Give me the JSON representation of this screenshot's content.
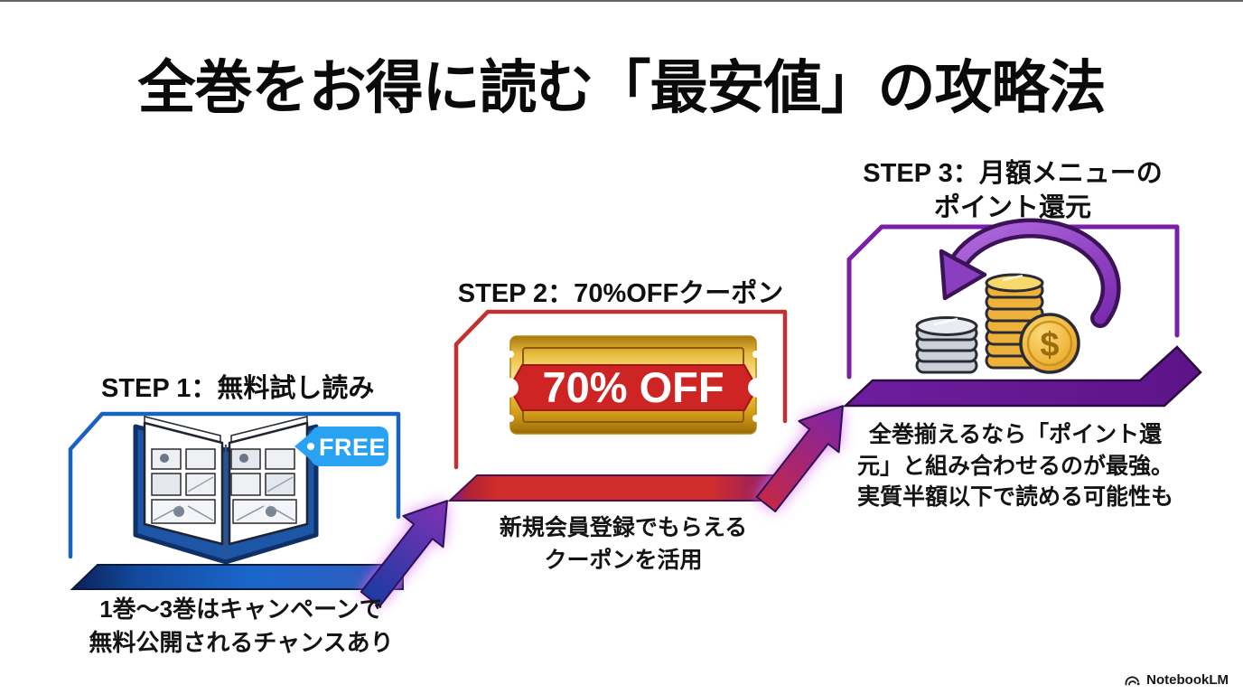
{
  "page": {
    "title": "全巻をお得に読む「最安値」の攻略法"
  },
  "steps": [
    {
      "label": "STEP 1：無料試し読み",
      "badge": "FREE",
      "icon": "open-manga-book-icon",
      "caption": [
        "1巻〜3巻はキャンペーンで",
        "無料公開されるチャンスあり"
      ],
      "accent_color": "#1863c2"
    },
    {
      "label": "STEP 2：70%OFFクーポン",
      "coupon_text": "70% OFF",
      "icon": "gold-coupon-icon",
      "caption": [
        "新規会員登録でもらえる",
        "クーポンを活用"
      ],
      "accent_color": "#c23030"
    },
    {
      "label": [
        "STEP 3：月額メニューの",
        "ポイント還元"
      ],
      "icon": "coins-point-cashback-icon",
      "caption": [
        "全巻揃えるなら「ポイント還",
        "元」と組み合わせるのが最強。",
        "実質半額以下で読める可能性も"
      ],
      "accent_color": "#7a1fa8"
    }
  ],
  "footer": {
    "brand": "NotebookLM"
  },
  "colors": {
    "background": "#ffffff",
    "text": "#0c0c0c",
    "step1_blue": "#1863c2",
    "step2_red": "#c23030",
    "step3_purple": "#7a1fa8",
    "arrow_glow": "#df76f5",
    "free_badge_blue": "#2aa2f2",
    "coupon_gold": "#e8bc3e",
    "coupon_ribbon_red": "#ce2424"
  }
}
